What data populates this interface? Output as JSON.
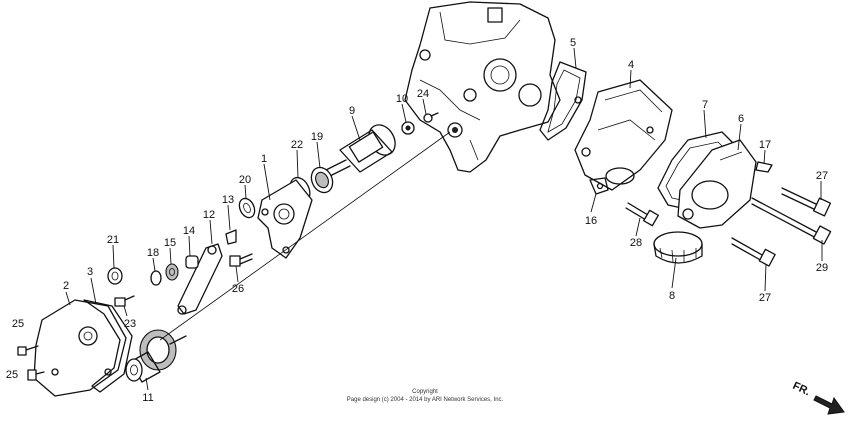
{
  "callouts": {
    "c1": "1",
    "c2": "2",
    "c3": "3",
    "c4": "4",
    "c5": "5",
    "c6": "6",
    "c7": "7",
    "c8": "8",
    "c9": "9",
    "c10": "10",
    "c11": "11",
    "c12": "12",
    "c13": "13",
    "c14": "14",
    "c15": "15",
    "c16": "16",
    "c17": "17",
    "c18": "18",
    "c19": "19",
    "c20": "20",
    "c21": "21",
    "c22": "22",
    "c23": "23",
    "c24": "24",
    "c25a": "25",
    "c25b": "25",
    "c26": "26",
    "c27a": "27",
    "c27b": "27",
    "c28": "28",
    "c29": "29"
  },
  "copyright": {
    "line1": "Copyright",
    "line2": "Page design (c) 2004 - 2014 by ARI Network Services, Inc."
  },
  "direction": {
    "label": "FR."
  },
  "colors": {
    "ink": "#111111",
    "background": "#ffffff"
  }
}
